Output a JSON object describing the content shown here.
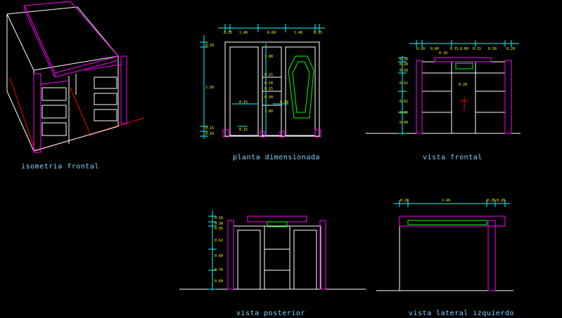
{
  "drawing": {
    "captions": {
      "iso": "isometria frontal",
      "plan": "planta dimensionada",
      "front": "vista frontal",
      "rear": "vista posterior",
      "side": "vista lateral izquierdo"
    },
    "plan_dims": {
      "top": [
        "0.15",
        "1.40",
        "0.60",
        "1.40",
        "0.15"
      ],
      "left": [
        "0.18",
        "2.50",
        "0.15",
        "0.10"
      ],
      "inner": [
        "1.80",
        "0.15",
        "0.50",
        "0.50",
        "0.15",
        "1.80",
        "0.15",
        "0.90",
        "0.15"
      ]
    },
    "front_dims": {
      "top": [
        "0.20",
        "0.60",
        "0.15",
        "0.60",
        "0.15",
        "0.50",
        "0.20"
      ],
      "sub": "0.10",
      "left": [
        "0.20",
        "0.28",
        "0.10",
        "0.62",
        "0.62",
        "0.60",
        "0.60"
      ],
      "inner": "0.20"
    },
    "rear_dims": {
      "left": [
        "0.16",
        "0.30",
        "0.05",
        "0.62",
        "0.60",
        "0.70",
        "0.60"
      ]
    },
    "side_dims": {
      "top": [
        "0.20",
        "2.40",
        "0.20",
        "0.20"
      ]
    },
    "colors": {
      "wall": "#ffffff",
      "roof": "#ff00ff",
      "dim": "#00ffff",
      "coffin": "#00ff00",
      "cross": "#ff0000",
      "accent": "#7fd6ff"
    }
  }
}
